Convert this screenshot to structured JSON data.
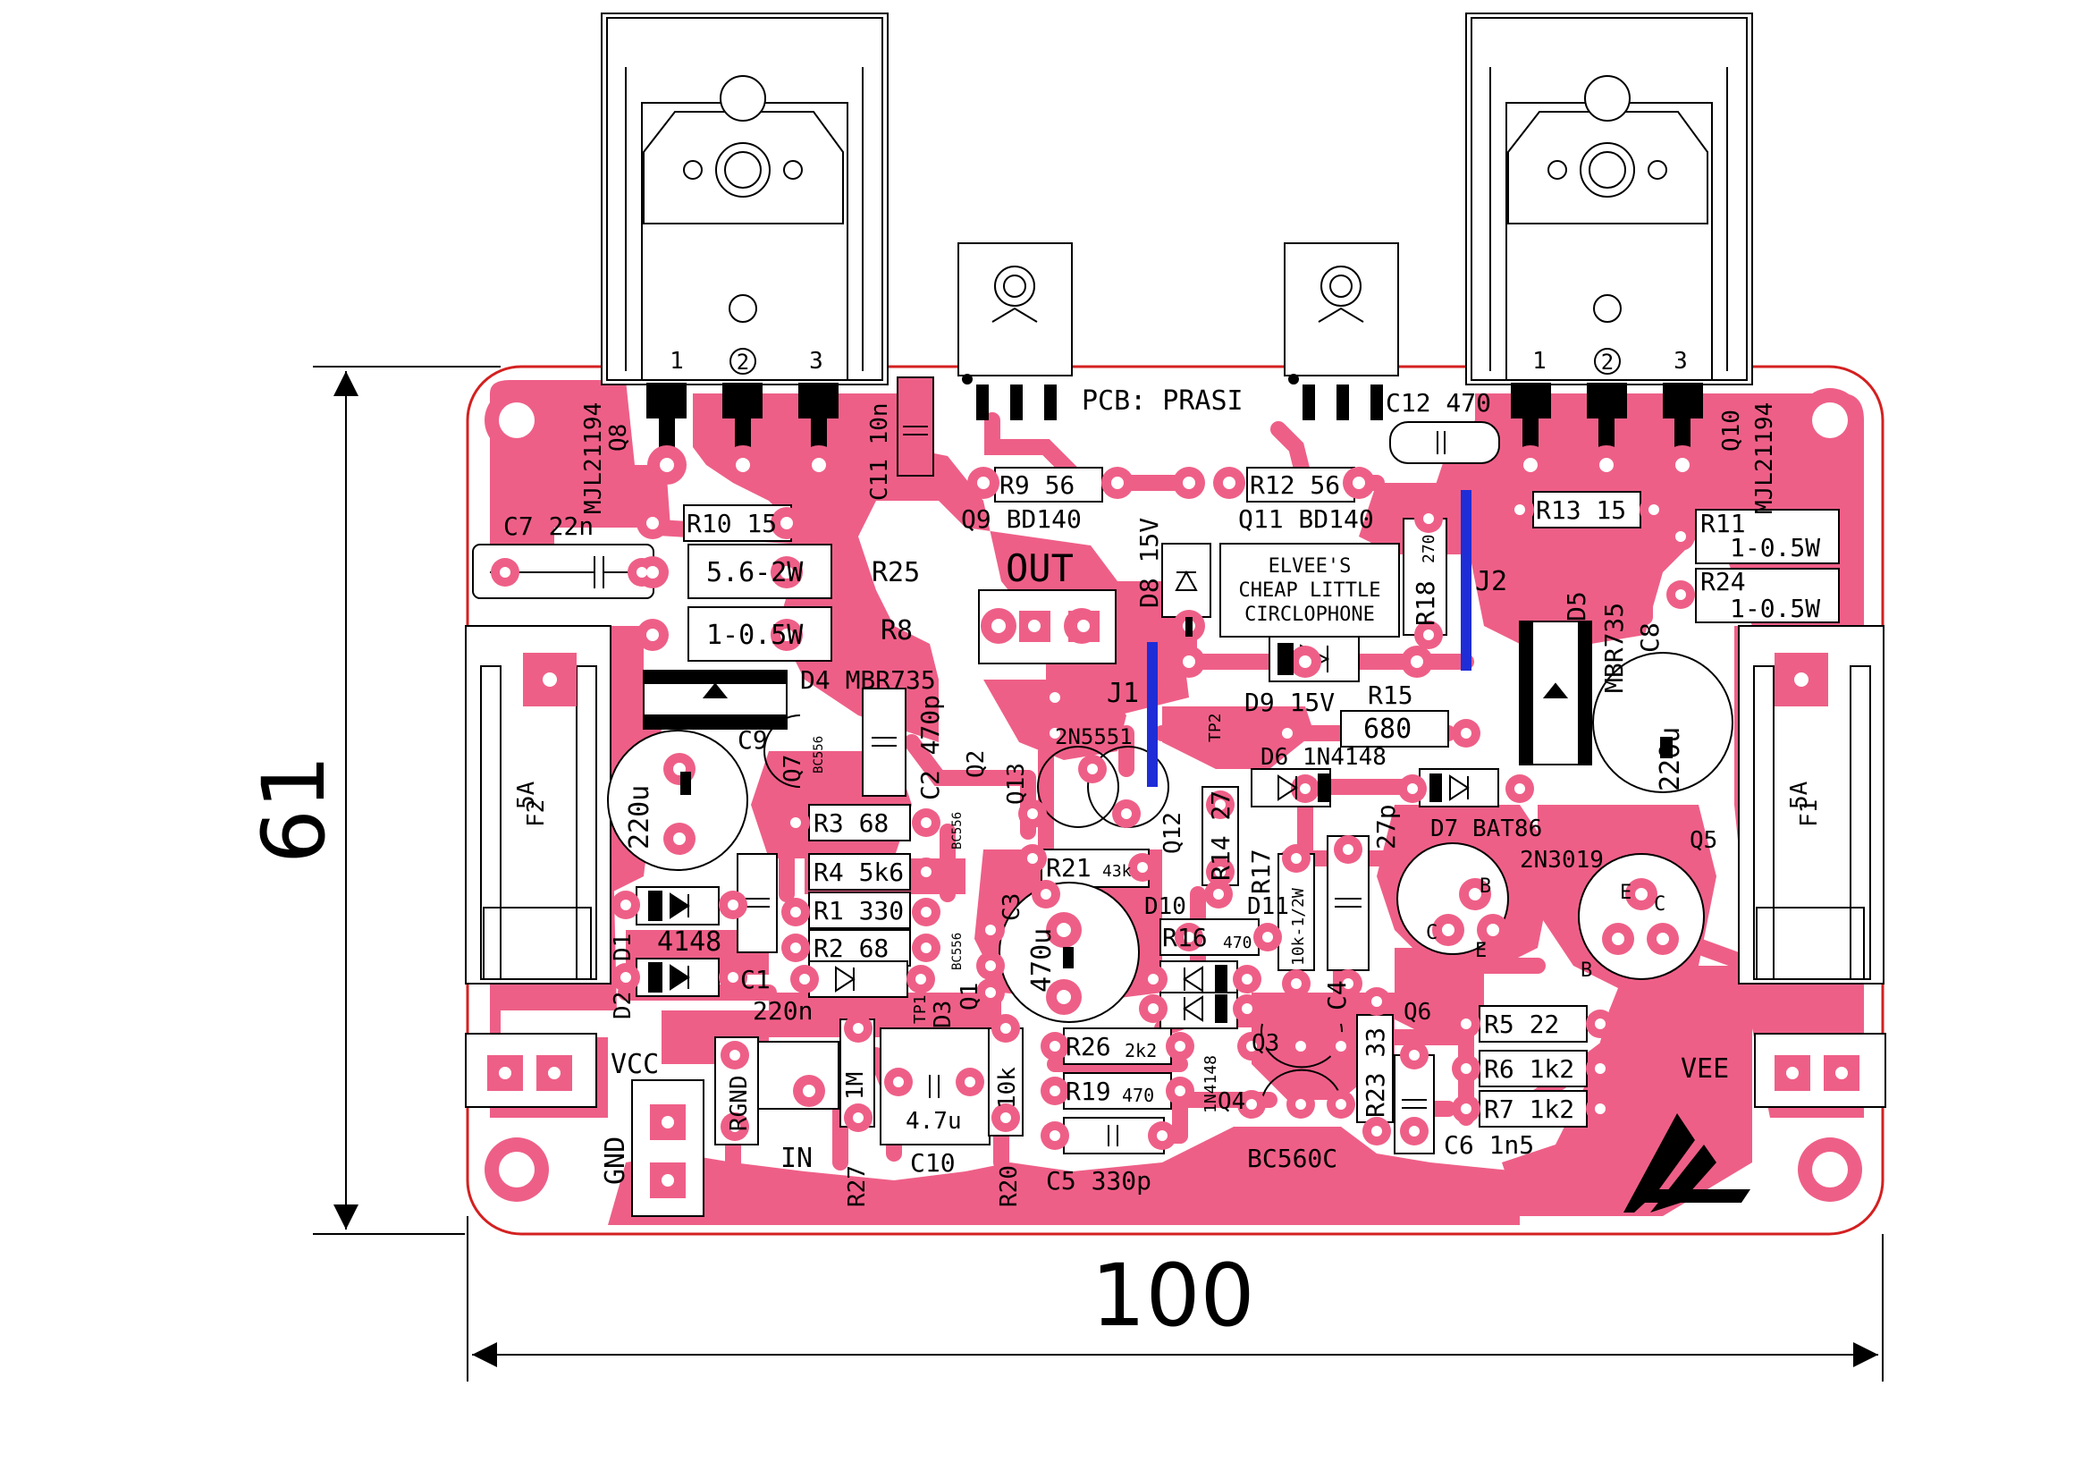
{
  "board": {
    "title": "PCB: PRASI",
    "logo_text": [
      "ELVEE'S",
      "CHEAP LITTLE",
      "CIRCLOPHONE"
    ],
    "out_label": "OUT",
    "vcc_label": "VCC",
    "vee_label": "VEE",
    "gnd_label": "GND",
    "rgnd_label": "RGND",
    "in_label": "IN"
  },
  "dimensions": {
    "width_label": "100",
    "height_label": "61"
  },
  "transistors": {
    "q8_name": "Q8",
    "q8_part": "MJL21194",
    "q10_name": "Q10",
    "q10_part": "MJL21194",
    "pin1": "1",
    "pin2": "2",
    "pin3": "3",
    "q9": "Q9 BD140",
    "q11": "Q11 BD140",
    "q7": "Q7",
    "q7_part": "BC556",
    "q2": "Q2",
    "q2_part": "BC556",
    "q1": "Q1",
    "q1_part": "BC556",
    "q13": "Q13",
    "q13_part": "2N5551",
    "q12": "Q12",
    "q3": "Q3",
    "q4": "Q4",
    "q34_part": "BC560C",
    "q5": "Q5",
    "q6": "Q6",
    "q6_part": "2N3019",
    "pin_b": "B",
    "pin_c": "C",
    "pin_e": "E"
  },
  "components": {
    "c7": "C7 22n",
    "r10": "R10 15",
    "r25_value": "5.6-2W",
    "r25": "R25",
    "r8_value": "1-0.5W",
    "r8": "R8",
    "d4": "D4 MBR735",
    "c9": "C9",
    "c9_value": "220u",
    "f2": "F2",
    "f2_value": "5A",
    "f1": "F1",
    "f1_value": "5A",
    "d1": "D1",
    "d2": "D2",
    "d1_value": "4148",
    "c1": "C1",
    "c1_value": "220n",
    "c11": "C11 10n",
    "r9": "R9 56",
    "r12": "R12 56",
    "c12": "C12 470",
    "r13": "R13 15",
    "r11": "R11",
    "r11_value": "1-0.5W",
    "r24": "R24",
    "r24_value": "1-0.5W",
    "d5": "D5",
    "d5_part": "MBR735",
    "c8": "C8",
    "c8_value": "220u",
    "d8": "D8 15V",
    "r18": "R18",
    "r18_value": "270",
    "j1": "J1",
    "j2": "J2",
    "d9": "D9 15V",
    "r15": "R15",
    "r15_value": "680",
    "tp2": "TP2",
    "d6": "D6 1N4148",
    "d7": "D7 BAT86",
    "c2": "C2 470p",
    "r3": "R3 68",
    "r4": "R4 5k6",
    "r1": "R1 330",
    "r2": "R2 68",
    "r21": "R21",
    "r21_value": "43k",
    "r14": "R14 27",
    "r17": "R17",
    "r17_value": "10k-1/2W",
    "c4": "C4",
    "c4_value": "27p",
    "c3": "C3",
    "c3_value": "470u",
    "d10": "D10",
    "d11": "D11",
    "r16": "R16",
    "r16_value": "470",
    "d10_part": "1N4148",
    "tp1": "TP1",
    "d3": "D3",
    "r26": "R26",
    "r26_value": "2k2",
    "r19": "R19",
    "r19_value": "470",
    "r23": "R23 33",
    "r5": "R5  22",
    "r6": "R6 1k2",
    "r7": "R7 1k2",
    "c6": "C6 1n5",
    "r27": "R27",
    "r27_value": "1M",
    "c10": "C10",
    "c10_value": "4.7u",
    "r20": "R20",
    "r20_value": "10k",
    "c5": "C5 330p"
  },
  "colors": {
    "copper": "#EE5F87",
    "outline": "#D42020",
    "ink": "#000000",
    "jumper": "#1F2DD6"
  }
}
